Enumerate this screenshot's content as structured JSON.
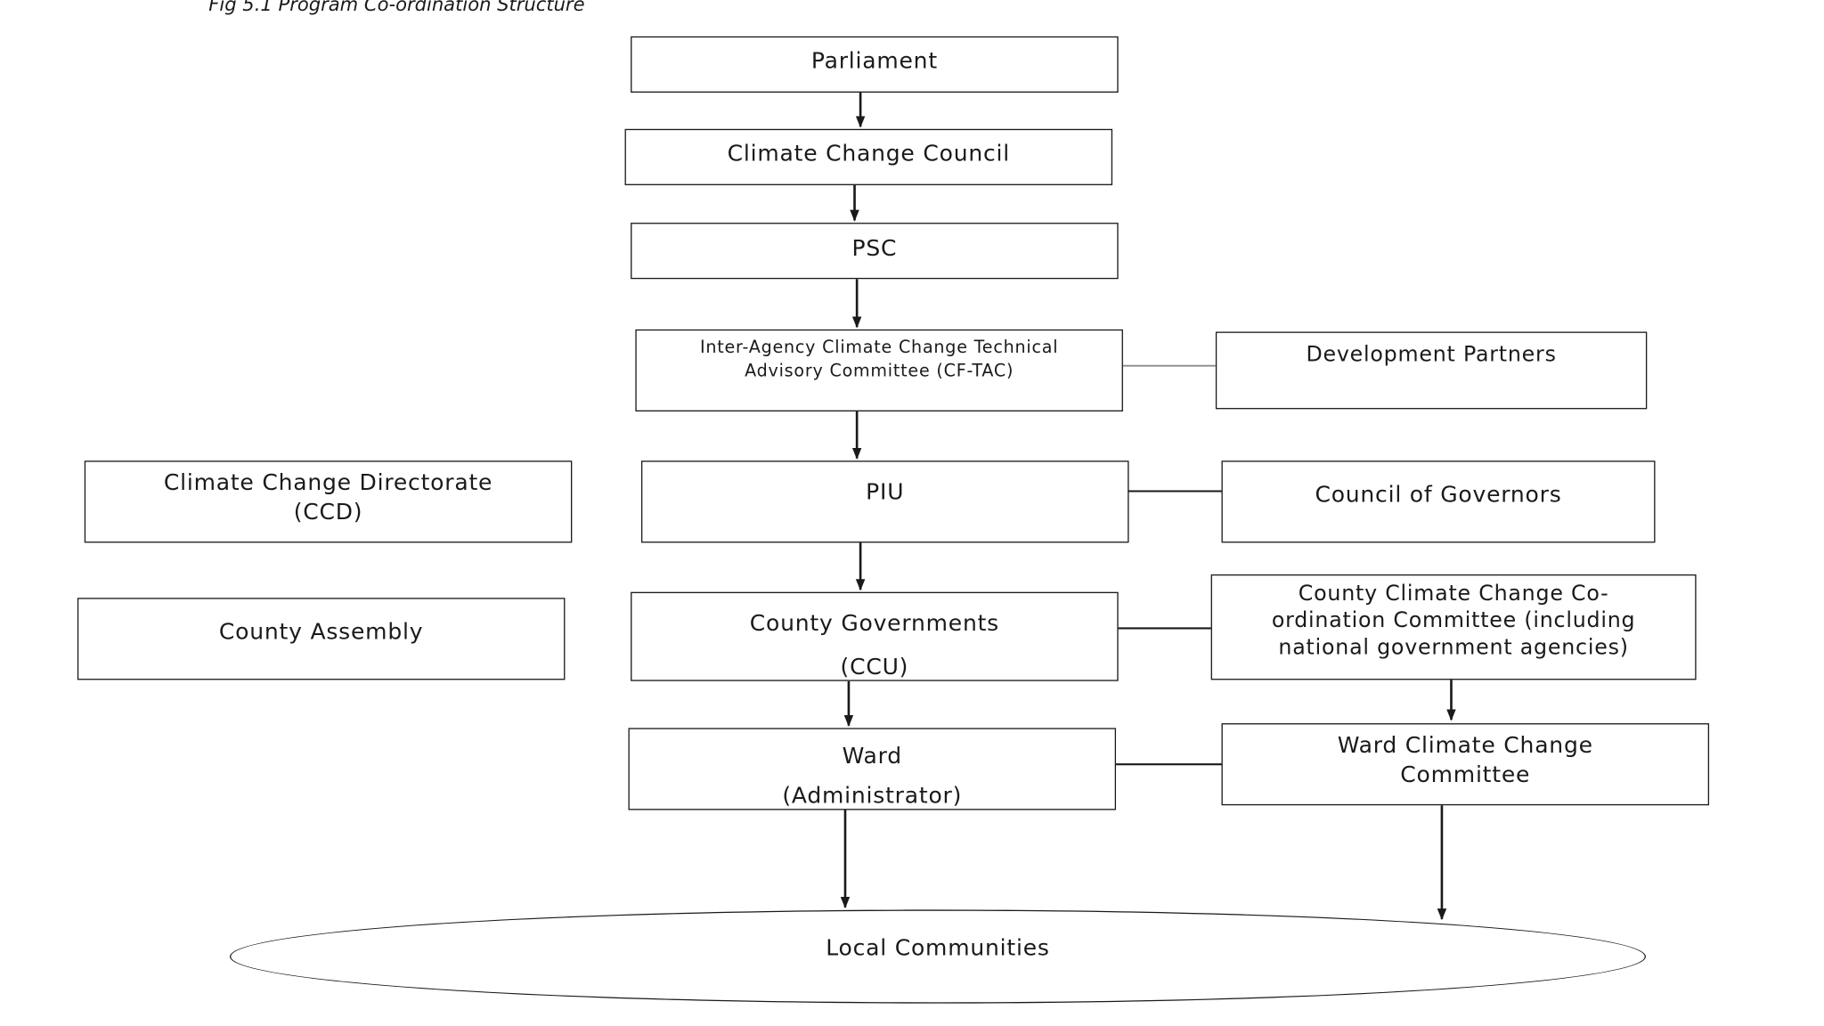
{
  "caption": "Fig 5.1 Program Co-ordination Structure",
  "nodes": {
    "parliament": "Parliament",
    "climate_change_council": "Climate Change Council",
    "psc": "PSC",
    "cftac_line1": "Inter-Agency Climate Change Technical",
    "cftac_line2": "Advisory Committee (CF-TAC)",
    "development_partners": "Development Partners",
    "ccd_line1": "Climate Change Directorate",
    "ccd_line2": "(CCD)",
    "piu": "PIU",
    "council_of_governors": "Council of Governors",
    "county_assembly": "County Assembly",
    "county_gov_line1": "County Governments",
    "county_gov_line2": "(CCU)",
    "cccc_line1": "County Climate Change Co-",
    "cccc_line2": "ordination Committee (including",
    "cccc_line3": "national government agencies)",
    "ward_line1": "Ward",
    "ward_line2": "(Administrator)",
    "wccc_line1": "Ward Climate Change",
    "wccc_line2": "Committee",
    "local_communities": "Local Communities"
  },
  "colors": {
    "line": "#1a1a1a",
    "background": "#ffffff"
  }
}
